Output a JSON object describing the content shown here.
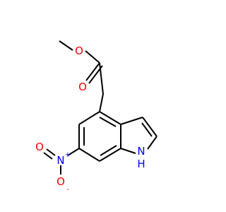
{
  "molecule": {
    "colors": {
      "bond": "#000000",
      "oxygen": "#ff0000",
      "nitrogen": "#0000ff",
      "background": "#ffffff"
    },
    "atoms": {
      "ester_carbonyl_oxygen": "O",
      "ester_ether_oxygen": "O",
      "nitro_nitrogen": "N",
      "nitro_nitrogen_charge": "+",
      "nitro_oxygen_double": "O",
      "nitro_oxygen_single": "O",
      "nitro_oxygen_single_charge": "-",
      "indole_nitrogen": "N",
      "indole_nitrogen_hydrogen": "H"
    }
  }
}
